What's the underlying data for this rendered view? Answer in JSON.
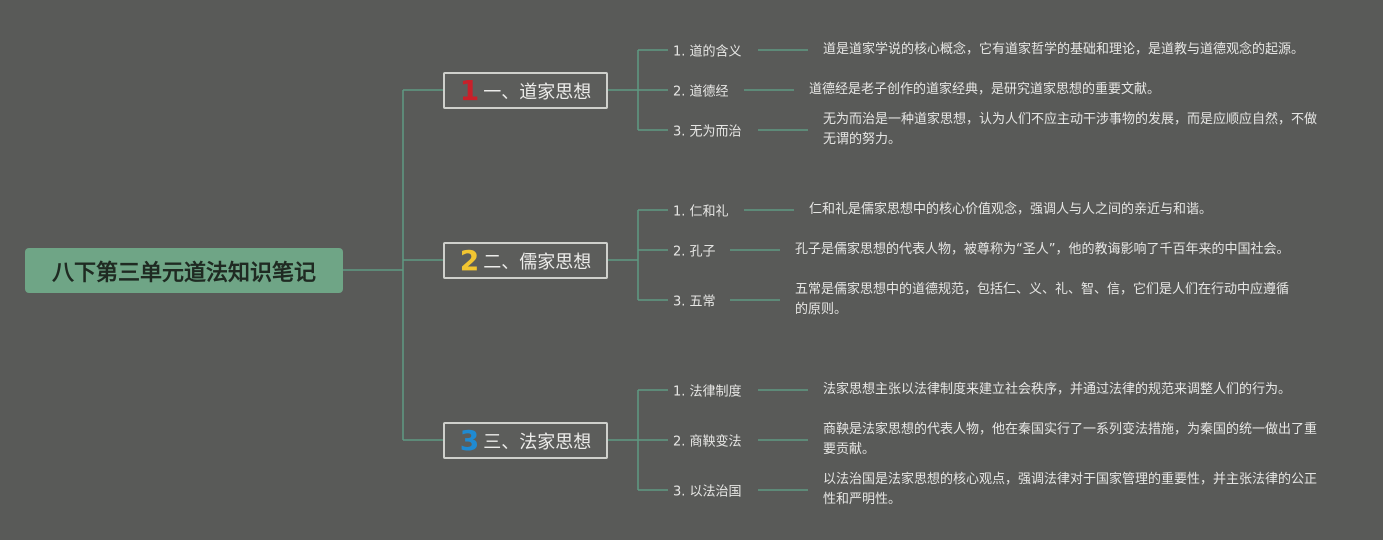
{
  "title": "八下第三单元道法知识笔记",
  "colors": {
    "background": "#595a58",
    "root": "#6fa586",
    "line": "#5f9a82",
    "num1": "#c8202a",
    "num2": "#f2c531",
    "num3": "#1f8ad2"
  },
  "topics": [
    {
      "num": "1",
      "label": "一、道家思想",
      "items": [
        {
          "label": "1. 道的含义",
          "desc": "道是道家学说的核心概念，它有道家哲学的基础和理论，是道教与道德观念的起源。"
        },
        {
          "label": "2. 道德经",
          "desc": "道德经是老子创作的道家经典，是研究道家思想的重要文献。"
        },
        {
          "label": "3. 无为而治",
          "desc": "无为而治是一种道家思想，认为人们不应主动干涉事物的发展，而是应顺应自然，不做无谓的努力。"
        }
      ]
    },
    {
      "num": "2",
      "label": "二、儒家思想",
      "items": [
        {
          "label": "1. 仁和礼",
          "desc": "仁和礼是儒家思想中的核心价值观念，强调人与人之间的亲近与和谐。"
        },
        {
          "label": "2. 孔子",
          "desc": "孔子是儒家思想的代表人物，被尊称为“圣人”，他的教诲影响了千百年来的中国社会。"
        },
        {
          "label": "3. 五常",
          "desc": "五常是儒家思想中的道德规范，包括仁、义、礼、智、信，它们是人们在行动中应遵循的原则。"
        }
      ]
    },
    {
      "num": "3",
      "label": "三、法家思想",
      "items": [
        {
          "label": "1. 法律制度",
          "desc": "法家思想主张以法律制度来建立社会秩序，并通过法律的规范来调整人们的行为。"
        },
        {
          "label": "2. 商鞅变法",
          "desc": "商鞅是法家思想的代表人物，他在秦国实行了一系列变法措施，为秦国的统一做出了重要贡献。"
        },
        {
          "label": "3. 以法治国",
          "desc": "以法治国是法家思想的核心观点，强调法律对于国家管理的重要性，并主张法律的公正性和严明性。"
        }
      ]
    }
  ]
}
